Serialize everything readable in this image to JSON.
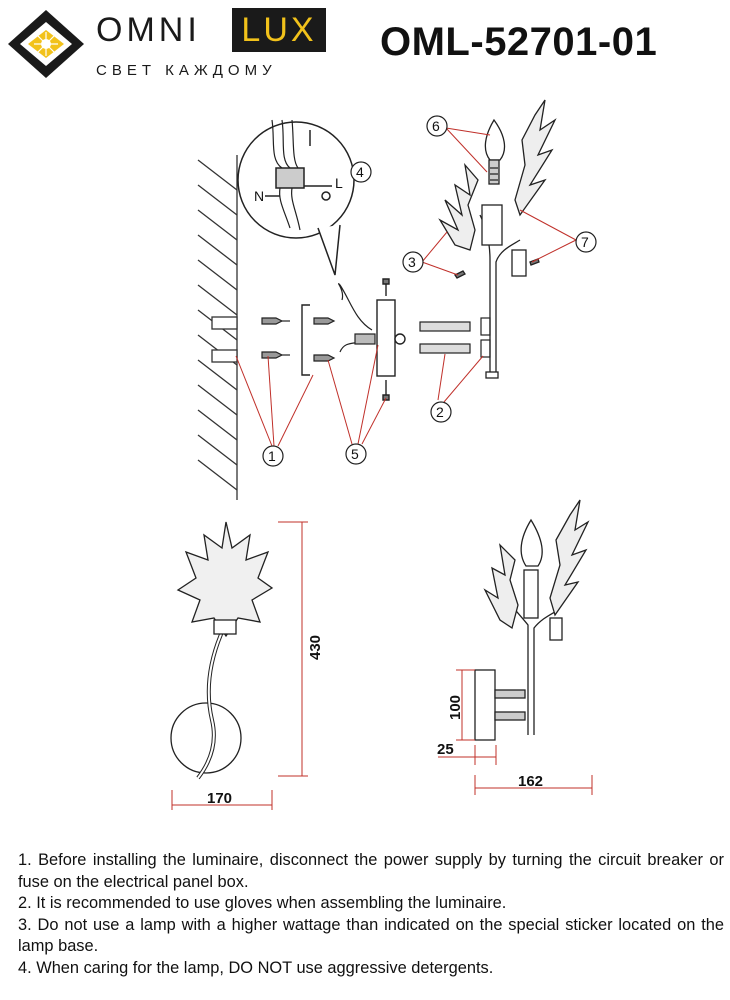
{
  "brand": {
    "name_left": "OMNI",
    "name_right": "LUX",
    "slogan": "СВЕТ КАЖДОМУ",
    "colors": {
      "dark": "#1a1a1a",
      "accent": "#f2c21b"
    }
  },
  "model": "OML-52701-01",
  "diagram": {
    "callouts": [
      "1",
      "2",
      "3",
      "4",
      "5",
      "6",
      "7"
    ],
    "wire_labels": {
      "neutral": "N",
      "live": "L"
    },
    "leader_color": "#c0302a"
  },
  "dimensions": {
    "height": "430",
    "width_front": "170",
    "plate_height": "100",
    "plate_depth": "25",
    "projection": "162"
  },
  "notes": [
    "1. Before installing the luminaire, disconnect the power supply by turning the circuit breaker or fuse on the electrical panel box.",
    "2. It is recommended to use gloves when assembling the luminaire.",
    "3. Do not use a lamp with a higher wattage than indicated on the special sticker located on the lamp base.",
    "4. When caring for the lamp, DO NOT use aggressive detergents."
  ]
}
